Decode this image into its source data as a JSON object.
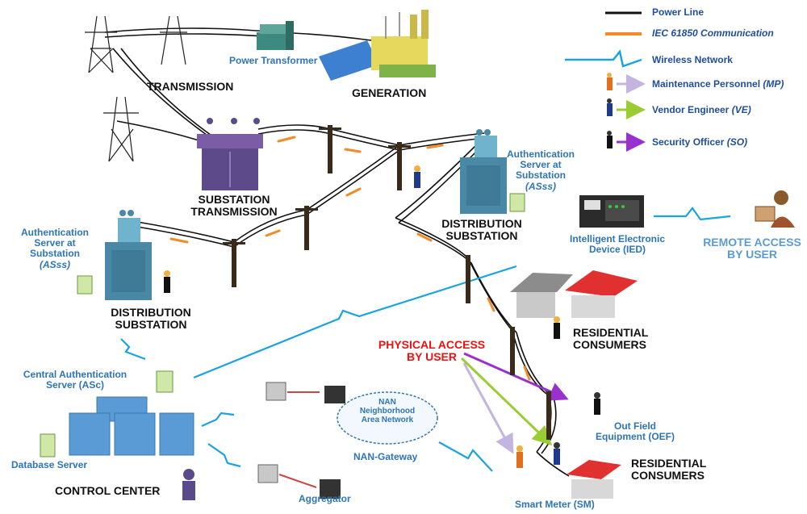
{
  "legend": {
    "power_line": "Power Line",
    "iec": "IEC 61850 Communication",
    "wireless": "Wireless Network",
    "mp_name": "Maintenance Personnel",
    "mp_abbr": "(MP)",
    "ve_name": "Vendor Engineer",
    "ve_abbr": "(VE)",
    "so_name": "Security Officer",
    "so_abbr": "(SO)"
  },
  "labels": {
    "transmission": "TRANSMISSION",
    "generation": "GENERATION",
    "power_transformer": "Power Transformer",
    "substation_transmission_1": "SUBSTATION",
    "substation_transmission_2": "TRANSMISSION",
    "distribution_right_1": "DISTRIBUTION",
    "distribution_right_2": "SUBSTATION",
    "distribution_left_1": "DISTRIBUTION",
    "distribution_left_2": "SUBSTATION",
    "auth_right_1": "Authentication",
    "auth_right_2": "Server at",
    "auth_right_3": "Substation",
    "auth_right_4": "(ASss)",
    "auth_left_1": "Authentication",
    "auth_left_2": "Server at",
    "auth_left_3": "Substation",
    "auth_left_4": "(ASss)",
    "ied_1": "Intelligent Electronic",
    "ied_2": "Device (IED)",
    "remote_1": "REMOTE ACCESS",
    "remote_2": "BY USER",
    "residential_top_1": "RESIDENTIAL",
    "residential_top_2": "CONSUMERS",
    "physical_1": "PHYSICAL ACCESS",
    "physical_2": "BY USER",
    "central_auth_1": "Central Authentication",
    "central_auth_2": "Server (ASc)",
    "database_server": "Database Server",
    "control_center": "CONTROL CENTER",
    "nan_1": "NAN",
    "nan_2": "Neighborhood",
    "nan_3": "Area Network",
    "nan_gateway": "NAN-Gateway",
    "aggregator": "Aggregator",
    "oef_1": "Out Field",
    "oef_2": "Equipment (OEF)",
    "residential_bottom_1": "RESIDENTIAL",
    "residential_bottom_2": "CONSUMERS",
    "smart_meter": "Smart Meter (SM)"
  },
  "colors": {
    "power_line": "#111111",
    "iec": "#f28c28",
    "wireless": "#1aa3e0",
    "mp_arrow": "#c3b4e0",
    "ve_arrow": "#9acd32",
    "so_arrow": "#9932cc",
    "label_blue": "#2e75b6",
    "label_red": "#ee1111",
    "substation_purple": "#5c4a8a",
    "substation_teal": "#4a89a6",
    "server_blue": "#5b9bd5"
  }
}
